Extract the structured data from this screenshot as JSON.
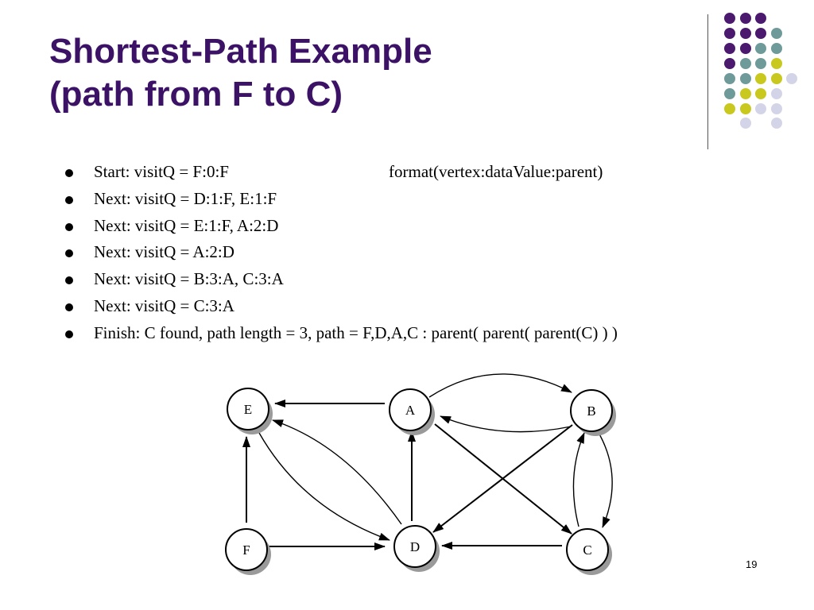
{
  "slide": {
    "title_line1": "Shortest-Path Example",
    "title_line2": "(path from F to C)",
    "page_number": "19"
  },
  "bullets": [
    {
      "text": "Start: visitQ = F:0:F",
      "right": "format(vertex:dataValue:parent)"
    },
    {
      "text": "Next: visitQ = D:1:F, E:1:F"
    },
    {
      "text": "Next: visitQ = E:1:F, A:2:D"
    },
    {
      "text": "Next: visitQ = A:2:D"
    },
    {
      "text": "Next: visitQ = B:3:A, C:3:A"
    },
    {
      "text": "Next: visitQ = C:3:A"
    },
    {
      "text": "Finish: C found, path length = 3, path = F,D,A,C : parent( parent( parent(C) ) )"
    }
  ],
  "graph": {
    "nodes": [
      {
        "id": "E",
        "label": "E"
      },
      {
        "id": "A",
        "label": "A"
      },
      {
        "id": "B",
        "label": "B"
      },
      {
        "id": "F",
        "label": "F"
      },
      {
        "id": "D",
        "label": "D"
      },
      {
        "id": "C",
        "label": "C"
      }
    ],
    "edges": [
      {
        "from": "A",
        "to": "E"
      },
      {
        "from": "F",
        "to": "E"
      },
      {
        "from": "F",
        "to": "D"
      },
      {
        "from": "D",
        "to": "A"
      },
      {
        "from": "D",
        "to": "E"
      },
      {
        "from": "E",
        "to": "D"
      },
      {
        "from": "A",
        "to": "B"
      },
      {
        "from": "B",
        "to": "A"
      },
      {
        "from": "A",
        "to": "C"
      },
      {
        "from": "B",
        "to": "D"
      },
      {
        "from": "C",
        "to": "D"
      },
      {
        "from": "B",
        "to": "C"
      },
      {
        "from": "C",
        "to": "B"
      }
    ]
  },
  "colors": {
    "title": "#3b1266",
    "dot_purple": "#4b1a6e",
    "dot_teal": "#6f9a9a",
    "dot_yellow": "#c8c81e",
    "dot_lavender": "#d4d4e8",
    "node_fill": "#ffffff",
    "node_shadow": "#9a9a9a"
  }
}
